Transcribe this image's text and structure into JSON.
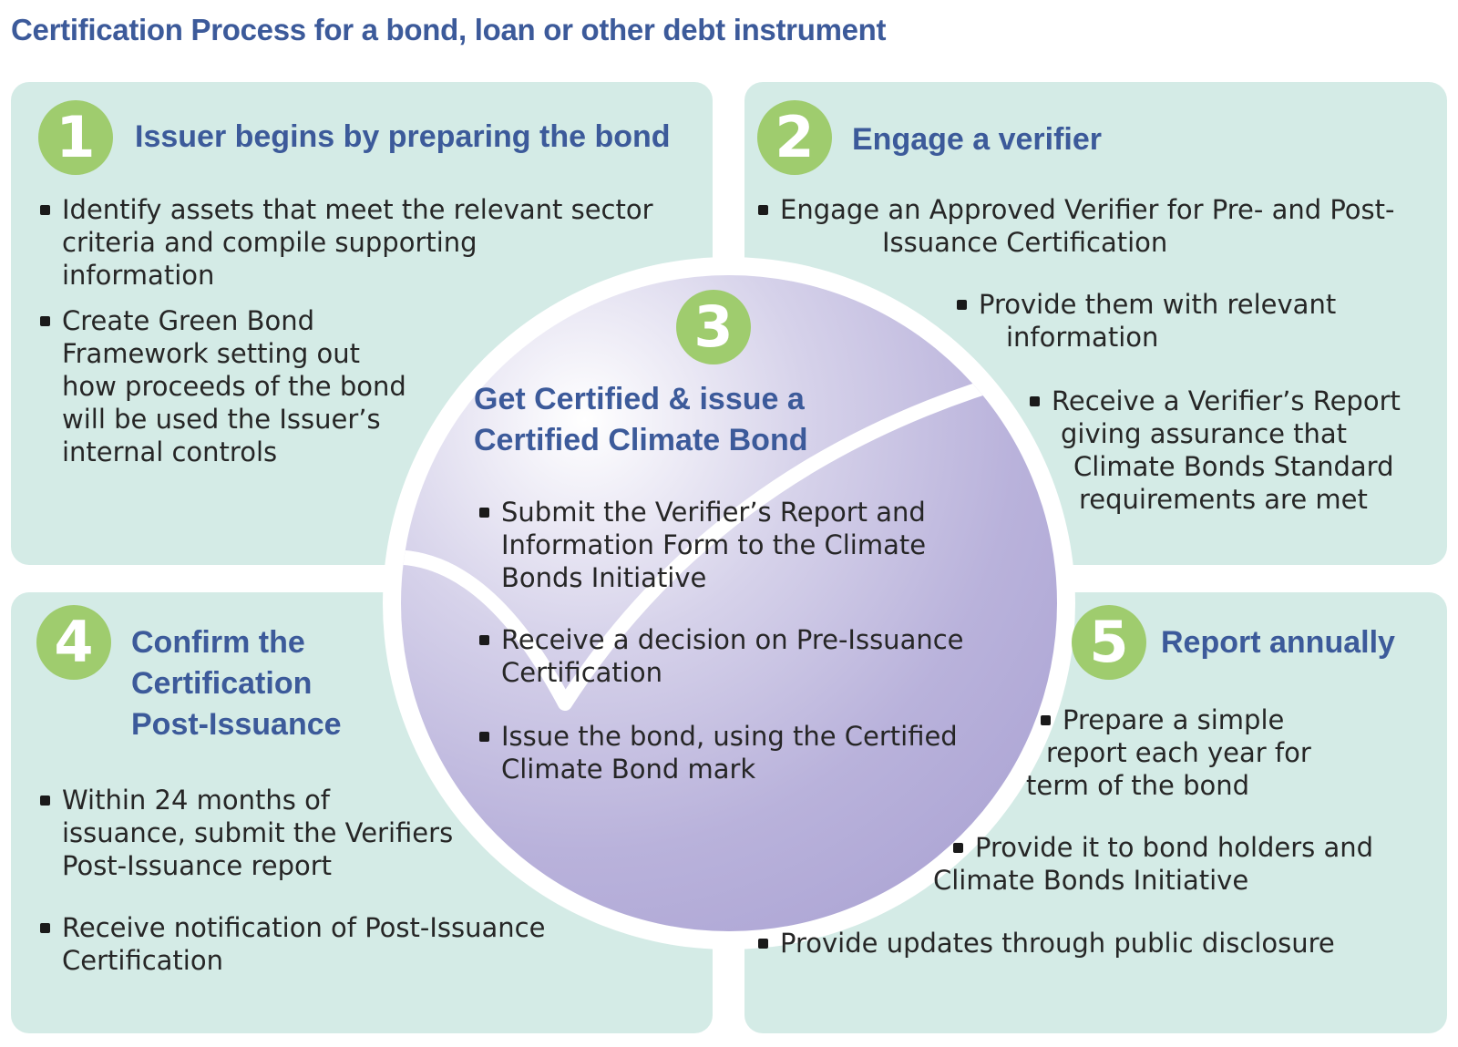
{
  "title": "Certification Process for a bond, loan or other debt instrument",
  "steps": [
    {
      "number": "1",
      "heading": [
        "Issuer begins by preparing the bond"
      ],
      "items": [
        [
          "Identify assets that meet the relevant sector",
          "criteria and compile supporting",
          "information"
        ],
        [
          "Create Green Bond",
          "Framework setting out",
          "how proceeds of the bond",
          "will be used the Issuer’s",
          "internal controls"
        ]
      ]
    },
    {
      "number": "2",
      "heading": [
        "Engage a verifier"
      ],
      "items": [
        [
          "Engage an Approved Verifier for Pre- and Post-",
          "Issuance Certification"
        ],
        [
          "Provide them with relevant",
          "information"
        ],
        [
          "Receive a Verifier’s Report",
          "giving assurance that",
          "Climate Bonds Standard",
          "requirements are met"
        ]
      ]
    },
    {
      "number": "3",
      "heading": [
        "Get Certified & issue a",
        "Certified Climate Bond"
      ],
      "items": [
        [
          "Submit the Verifier’s Report and",
          "Information Form to the Climate",
          "Bonds Initiative"
        ],
        [
          "Receive a decision on Pre-Issuance",
          "Certification"
        ],
        [
          "Issue the  bond, using the Certified",
          "Climate Bond mark"
        ]
      ]
    },
    {
      "number": "4",
      "heading": [
        "Confirm the",
        "Certification",
        "Post-Issuance"
      ],
      "items": [
        [
          "Within 24 months of",
          "issuance, submit the Verifiers",
          "Post-Issuance report"
        ],
        [
          "Receive notification of Post-Issuance",
          "Certification"
        ]
      ]
    },
    {
      "number": "5",
      "heading": [
        "Report annually"
      ],
      "items": [
        [
          "Prepare a simple",
          "report each year for",
          "term of the bond"
        ],
        [
          "Provide it to bond holders and",
          "Climate Bonds Initiative"
        ],
        [
          "Provide updates through public disclosure"
        ]
      ]
    }
  ],
  "colors": {
    "panel": "#d4ebe6",
    "heading": "#3c5a9a",
    "badge": "#9fcc6e",
    "circle": "#a69ed1"
  }
}
